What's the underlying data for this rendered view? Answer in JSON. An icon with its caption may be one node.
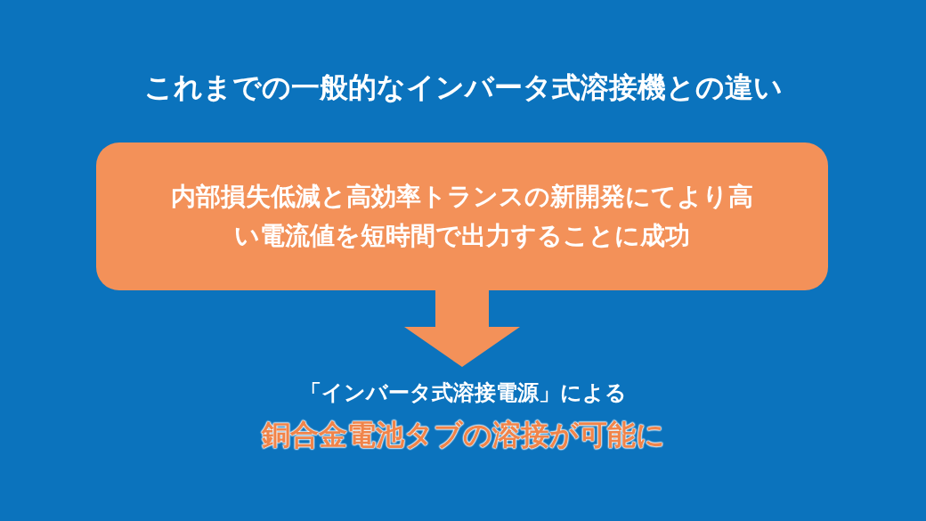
{
  "diagram": {
    "title": "これまでの一般的なインバータ式溶接機との違い",
    "nodes": [
      {
        "text": [
          "内部損失低減と高効率トランスの新開発にてより高い電流値を短時間で出力することに成功"
        ]
      },
      {
        "text": [
          "「インバータ式溶接電源」による",
          "銅合金電池タブの溶接が可能に"
        ]
      }
    ],
    "edges": [
      {
        "from": 0,
        "to": 1,
        "arrow": "to",
        "style": "thick",
        "color": "#f39159"
      }
    ]
  }
}
